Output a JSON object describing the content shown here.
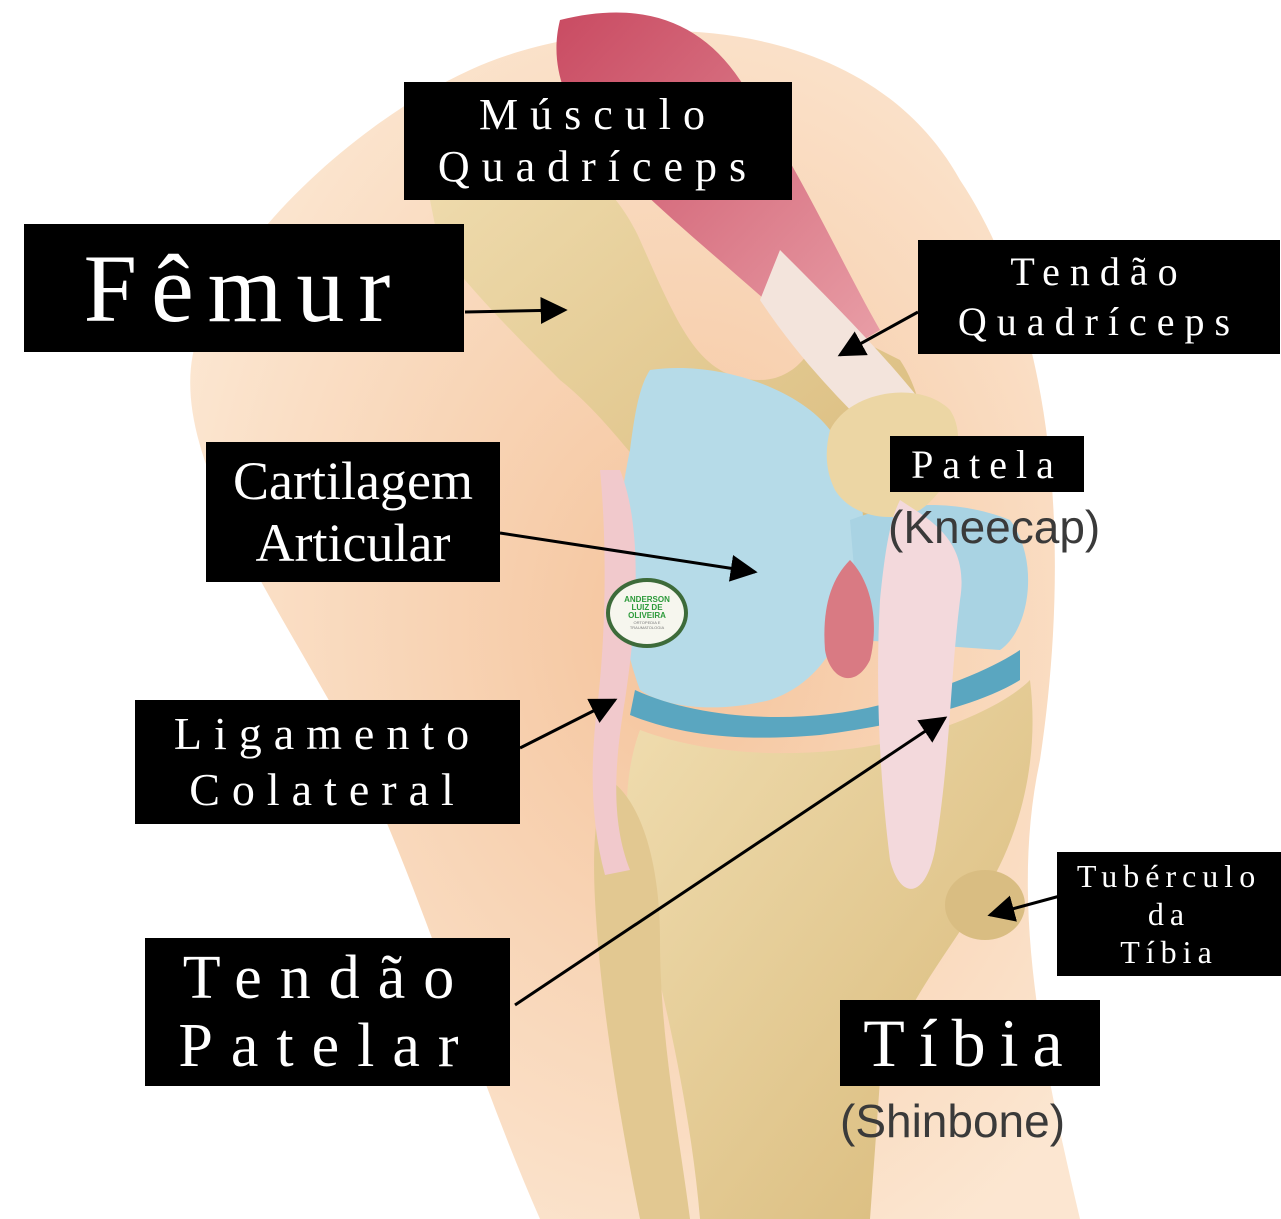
{
  "labels": {
    "musculo_quadriceps": [
      "Músculo",
      "Quadríceps"
    ],
    "femur": "Fêmur",
    "tendao_quadriceps": [
      "Tendão",
      "Quadríceps"
    ],
    "patela": "Patela",
    "kneecap": "(Kneecap)",
    "cartilagem_articular": [
      "Cartilagem",
      "Articular"
    ],
    "ligamento_colateral": [
      "Ligamento",
      "Colateral"
    ],
    "tendao_patelar": [
      "Tendão",
      "Patelar"
    ],
    "tuberculo_tibia": [
      "Tubérculo",
      "da",
      "Tíbia"
    ],
    "tibia": "Tíbia",
    "shinbone": "(Shinbone)"
  },
  "watermark": {
    "lines": [
      "ANDERSON",
      "LUIZ DE",
      "OLIVEIRA"
    ],
    "small_lines": [
      "ORTOPEDIA E",
      "TRAUMATOLOGIA"
    ]
  },
  "colors": {
    "label_bg": "#000000",
    "label_text": "#ffffff",
    "bone": "#e8d3a0",
    "cartilage": "#b6dbe8",
    "muscle": "#d95e72",
    "tendon": "#f3d9dc",
    "skin": "#f6c89e"
  }
}
